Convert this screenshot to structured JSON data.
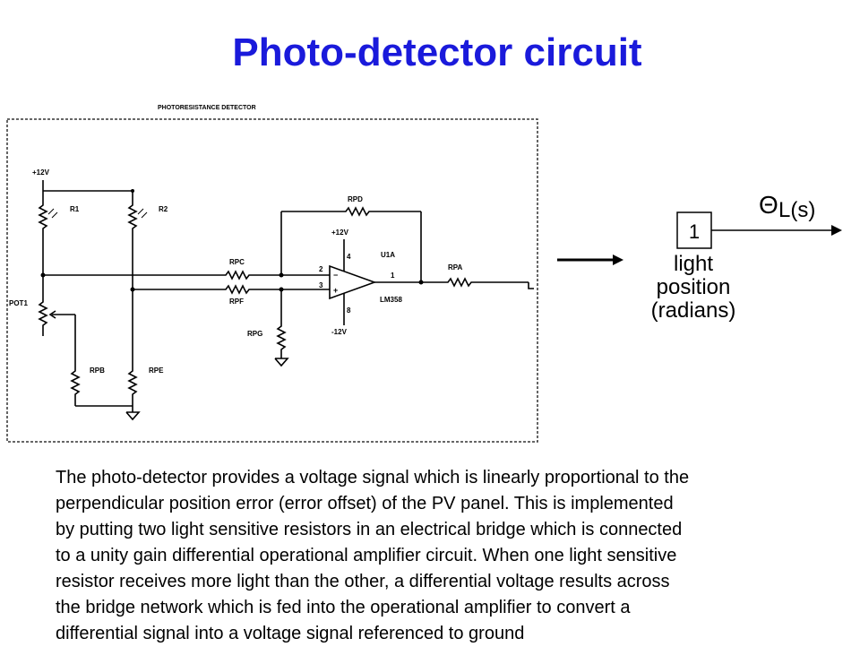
{
  "slide": {
    "title": "Photo-detector circuit"
  },
  "schematic": {
    "heading": "PHOTORESISTANCE DETECTOR",
    "labels": {
      "vplus_left": "+12V",
      "r1": "R1",
      "r2": "R2",
      "pot1": "POT1",
      "rpb": "RPB",
      "rpe": "RPE",
      "rpc": "RPC",
      "rpf": "RPF",
      "rpg": "RPG",
      "rpd": "RPD",
      "rpa": "RPA",
      "vplus_op": "+12V",
      "vminus_op": "-12V",
      "pin2": "2",
      "pin3": "3",
      "pin4": "4",
      "pin8": "8",
      "pin1": "1",
      "u1a": "U1A",
      "lm358": "LM358",
      "minus": "−",
      "plus": "+"
    }
  },
  "block": {
    "gain": "1",
    "theta": "Θ",
    "signal_label": "L(s)",
    "caption_lines": [
      "light",
      "position",
      "(radians)"
    ]
  },
  "description": {
    "lines": [
      "The photo-detector provides a voltage signal which is linearly proportional to the",
      "perpendicular position error (error offset) of the PV panel. This is implemented",
      "by putting two light sensitive resistors in an electrical bridge which is connected",
      "to a unity gain differential operational amplifier circuit. When one light sensitive",
      "resistor receives more light than the other, a differential voltage results across",
      "the bridge network which is fed into the operational amplifier to convert a",
      "differential signal into a voltage signal referenced to ground"
    ]
  }
}
